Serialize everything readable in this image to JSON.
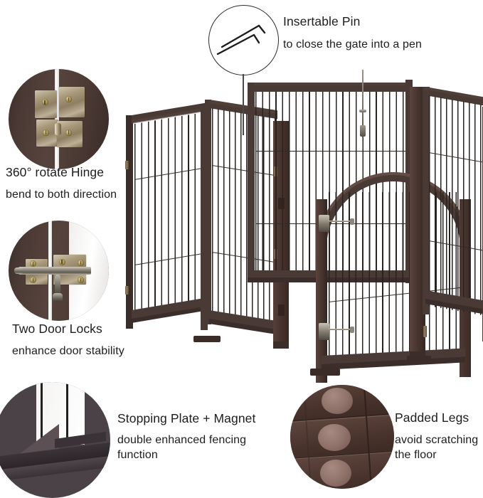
{
  "product": {
    "name": "wooden-freestanding-pet-gate-playpen",
    "finish_color": "#4a3a35",
    "wire_color": "#2a2420",
    "panel_count": 6
  },
  "callouts": [
    {
      "id": "insertable-pin",
      "icon": "insertable-pin-icon",
      "title": "Insertable Pin",
      "subtitle": "to close the gate into a pen"
    },
    {
      "id": "rotate-hinge",
      "icon": "hinge-photo",
      "title": "360° rotate Hinge",
      "subtitle": "bend to both direction"
    },
    {
      "id": "door-locks",
      "icon": "door-lock-photo",
      "title": "Two Door Locks",
      "subtitle": "enhance door stability"
    },
    {
      "id": "stopping-plate",
      "icon": "stopping-plate-photo",
      "title": "Stopping Plate + Magnet",
      "subtitle": "double enhanced fencing function"
    },
    {
      "id": "padded-legs",
      "icon": "padded-legs-photo",
      "title": "Padded Legs",
      "subtitle": "avoid scratching the floor"
    }
  ],
  "colors": {
    "text": "#1d1d1d",
    "outline": "#2b2b2b",
    "wood_dark": "#3b2d29",
    "wood_mid": "#4a3a35",
    "wood_light": "#584540",
    "brass": "#a99a7c",
    "pad": "#8e7169",
    "background": "#ffffff"
  }
}
